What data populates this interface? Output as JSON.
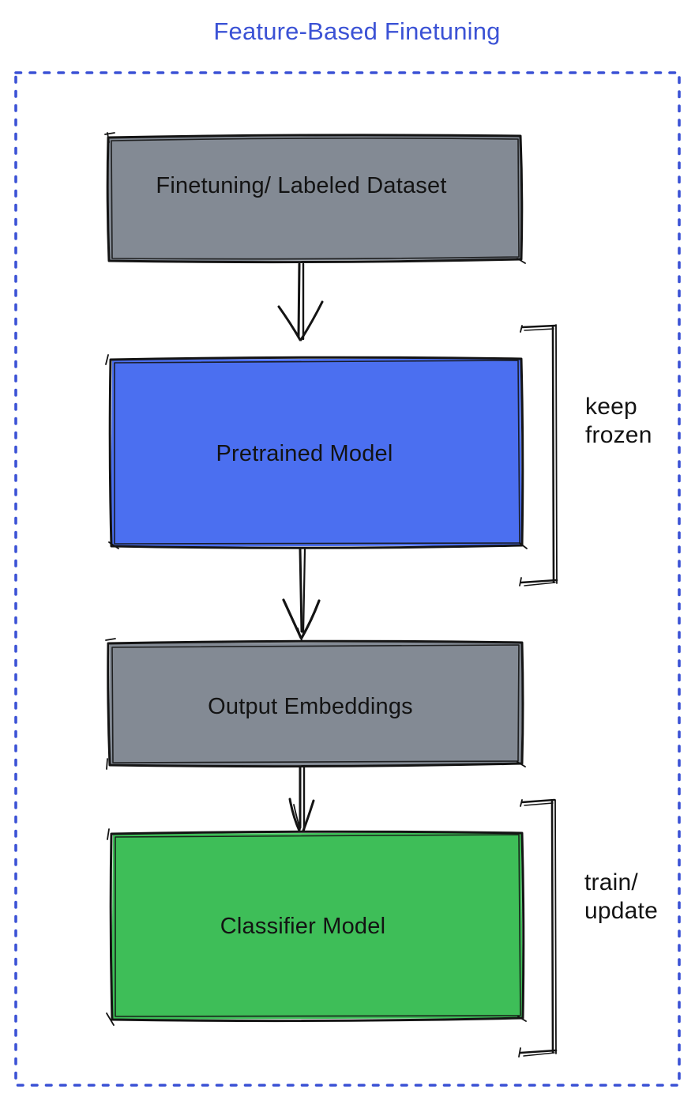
{
  "title": "Feature-Based Finetuning",
  "colors": {
    "title_text": "#3B52D5",
    "dashed_border": "#3B52D5",
    "sketch_stroke": "#141414",
    "label_text": "#131313",
    "dataset_fill": "#838A94",
    "pretrained_fill": "#4B6FF0",
    "embeddings_fill": "#838A94",
    "classifier_fill": "#3EBE58"
  },
  "diagram": {
    "nodes": [
      {
        "id": "dataset",
        "label": "Finetuning/ Labeled Dataset",
        "fill": "#838A94"
      },
      {
        "id": "pretrained",
        "label": "Pretrained Model",
        "fill": "#4B6FF0"
      },
      {
        "id": "embeddings",
        "label": "Output Embeddings",
        "fill": "#838A94"
      },
      {
        "id": "classifier",
        "label": "Classifier Model",
        "fill": "#3EBE58"
      }
    ],
    "edges": [
      {
        "from": "dataset",
        "to": "pretrained"
      },
      {
        "from": "pretrained",
        "to": "embeddings"
      },
      {
        "from": "embeddings",
        "to": "classifier"
      }
    ],
    "annotations": [
      {
        "target": "pretrained",
        "lines": [
          "keep",
          "frozen"
        ]
      },
      {
        "target": "classifier",
        "lines": [
          "train/",
          "update"
        ]
      }
    ]
  }
}
